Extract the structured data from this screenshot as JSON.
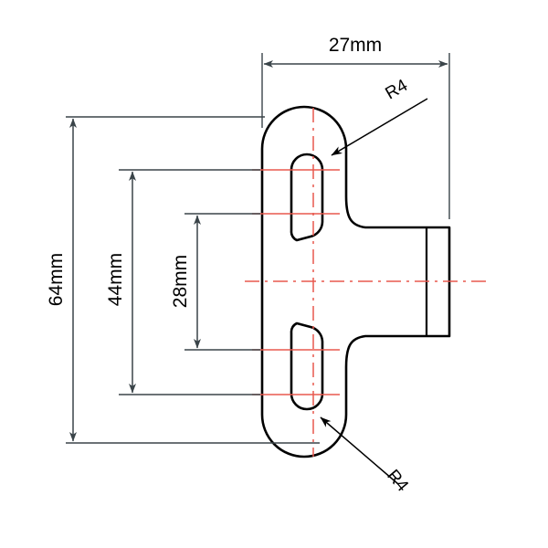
{
  "drawing": {
    "title": "Bracket plate orthographic view",
    "units": "mm",
    "background_color": "#ffffff",
    "outline_color": "#000000",
    "centerline_color": "#e8584e",
    "dimension_color": "#3a4449"
  },
  "dimensions": {
    "width_overall": {
      "label": "27mm",
      "value": 27,
      "orientation": "horizontal",
      "name": "overall-width"
    },
    "height_overall": {
      "label": "64mm",
      "value": 64,
      "orientation": "vertical",
      "name": "overall-height"
    },
    "height_slot_outer": {
      "label": "44mm",
      "value": 44,
      "orientation": "vertical",
      "name": "slot-outer-span"
    },
    "height_slot_inner": {
      "label": "28mm",
      "value": 28,
      "orientation": "vertical",
      "name": "slot-inner-span"
    }
  },
  "radii": {
    "top_callout": {
      "label": "R4",
      "value": 4,
      "target": "upper-slot-fillet"
    },
    "bottom_callout": {
      "label": "R4",
      "value": 4,
      "target": "lower-slot-fillet"
    }
  },
  "features": {
    "upper_slot": "upper-elongated-slot",
    "lower_slot": "lower-elongated-slot",
    "right_tab": "right-mounting-tab",
    "body": "main-plate-body"
  }
}
